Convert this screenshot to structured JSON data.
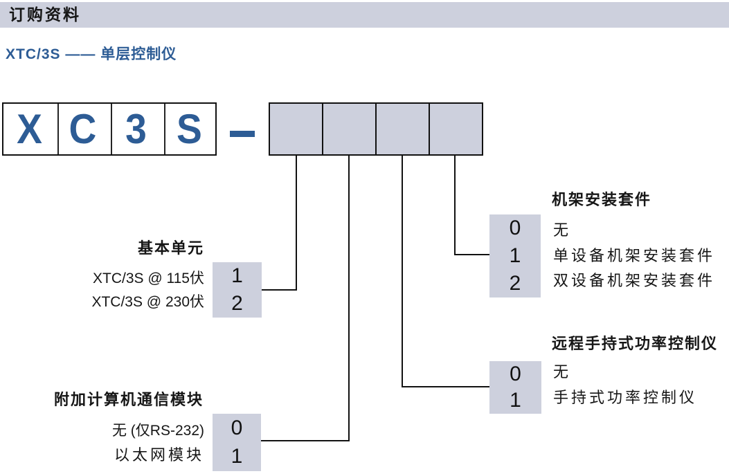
{
  "header": {
    "title": "订购资料"
  },
  "subtitle": {
    "text": "XTC/3S —— 单层控制仪"
  },
  "part_number": {
    "letters": [
      "X",
      "C",
      "3",
      "S"
    ],
    "separator": "-",
    "option_cells": [
      "",
      "",
      "",
      ""
    ]
  },
  "colors": {
    "accent_blue": "#2d5c95",
    "panel_lavender": "#cdd0dd",
    "line_black": "#111111"
  },
  "sections": [
    {
      "id": "basic-unit",
      "title": "基本单元",
      "rows": [
        {
          "label": "XTC/3S @ 115伏",
          "code": "1"
        },
        {
          "label": "XTC/3S @ 230伏",
          "code": "2"
        }
      ]
    },
    {
      "id": "comm-module",
      "title": "附加计算机通信模块",
      "rows": [
        {
          "label": "无 (仅RS-232)",
          "code": "0"
        },
        {
          "label": "以太网模块",
          "code": "1"
        }
      ]
    },
    {
      "id": "rack-mount",
      "title": "机架安装套件",
      "rows": [
        {
          "code": "0",
          "label": "无"
        },
        {
          "code": "1",
          "label": "单设备机架安装套件"
        },
        {
          "code": "2",
          "label": "双设备机架安装套件"
        }
      ]
    },
    {
      "id": "handheld",
      "title": "远程手持式功率控制仪",
      "rows": [
        {
          "code": "0",
          "label": "无"
        },
        {
          "code": "1",
          "label": "手持式功率控制仪"
        }
      ]
    }
  ]
}
